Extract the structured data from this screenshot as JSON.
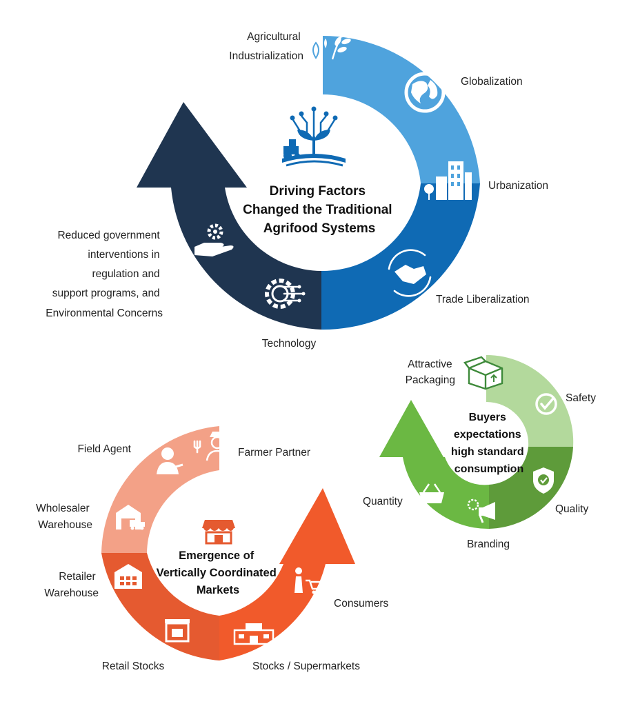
{
  "colors": {
    "blue_light": "#4fa3dd",
    "blue_mid": "#1f7cc6",
    "blue_dark": "#0f6ab4",
    "navy": "#1f3550",
    "green_light": "#b3d99c",
    "green_mid": "#7cbf4e",
    "green_dark": "#5e9b3a",
    "green_arrow": "#6bb843",
    "salmon": "#f3a187",
    "orange": "#e55a30",
    "orange_dark": "#dd4d26",
    "orange_bright": "#f15a2b"
  },
  "cycle1": {
    "title_lines": [
      "Driving Factors",
      "Changed the Traditional",
      "Agrifood Systems"
    ],
    "labels": {
      "agri_line1": "Agricultural",
      "agri_line2": "Industrialization",
      "globalization": "Globalization",
      "urbanization": "Urbanization",
      "trade": "Trade Liberalization",
      "technology": "Technology",
      "reduced_lines": [
        "Reduced government",
        "interventions in",
        "regulation and",
        "support programs, and",
        "Environmental Concerns"
      ]
    },
    "icons": [
      "plant-tractor-icon",
      "wheat-drops-icon",
      "globe-icon",
      "city-buildings-icon",
      "handshake-icon",
      "gear-circuit-icon",
      "hand-gear-icon"
    ]
  },
  "cycle2": {
    "title_lines": [
      "Buyers",
      "expectations",
      "high standard",
      "consumption"
    ],
    "labels": {
      "packaging_line1": "Attractive",
      "packaging_line2": "Packaging",
      "safety": "Safety",
      "quality": "Quality",
      "branding": "Branding",
      "quantity": "Quantity"
    },
    "icons": [
      "box-icon",
      "check-badge-icon",
      "shield-check-icon",
      "megaphone-icon",
      "basket-icon"
    ]
  },
  "cycle3": {
    "title_lines": [
      "Emergence of",
      "Vertically Coordinated",
      "Markets"
    ],
    "labels": {
      "field_agent": "Field Agent",
      "farmer_partner": "Farmer Partner",
      "wholesaler_line1": "Wholesaler",
      "wholesaler_line2": "Warehouse",
      "retailer_line1": "Retailer",
      "retailer_line2": "Warehouse",
      "retail_stocks": "Retail Stocks",
      "supermarkets": "Stocks / Supermarkets",
      "consumers": "Consumers"
    },
    "icons": [
      "storefront-icon",
      "field-agent-icon",
      "farmer-icon",
      "truck-warehouse-icon",
      "warehouse-icon",
      "retail-store-icon",
      "supermarket-icon",
      "shopper-cart-icon"
    ]
  }
}
